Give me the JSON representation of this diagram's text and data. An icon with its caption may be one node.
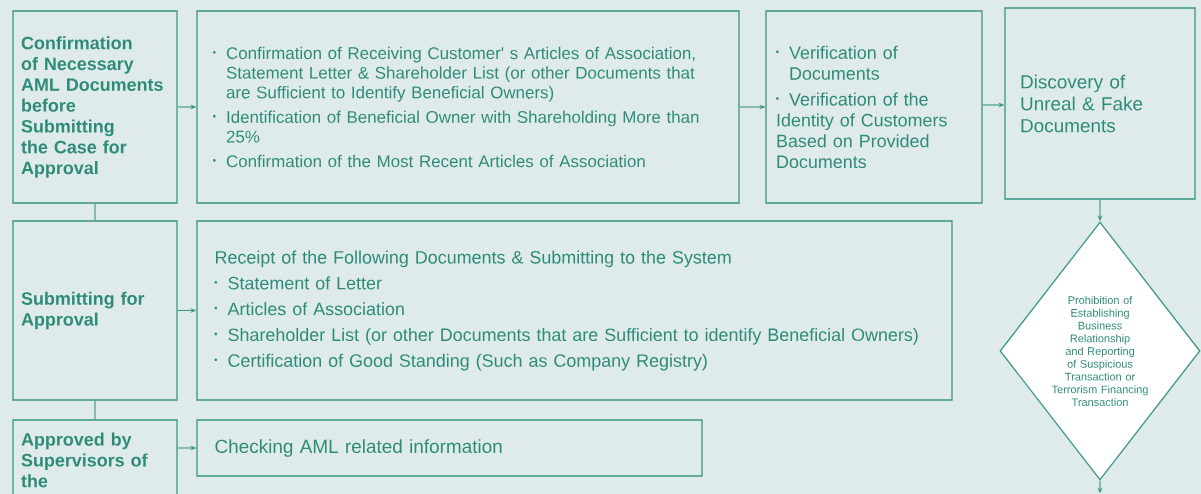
{
  "diagram": {
    "nodes": [
      {
        "text": [
          "Confirmation of Necessary AML Documents before Submitting the Case for Approval"
        ]
      },
      {
        "text": [
          "Confirmation of Receiving Customer' s Articles of Association, Statement Letter & Shareholder List (or other Documents that are Sufficient to Identify Beneficial Owners)",
          "Identification of Beneficial Owner with Shareholding More than 25%",
          "Confirmation of the Most Recent Articles of Association"
        ]
      },
      {
        "text": [
          "Verification of Documents",
          "Verification of the Identity of Customers Based on Provided Documents"
        ]
      },
      {
        "text": [
          "Discovery of Unreal & Fake Documents"
        ]
      },
      {
        "text": [
          "Prohibition of Establishing Business Relationship and Reporting of Suspicious Transaction or Terrorism Financing Transaction"
        ]
      },
      {
        "text": [
          "Submitting for Approval"
        ]
      },
      {
        "text": [
          "Receipt of the Following Documents & Submitting to the System",
          "Statement of Letter",
          "Articles of Association",
          "Shareholder List (or other Documents that are Sufficient to identify Beneficial Owners)",
          "Certification of Good Standing (Such as Company Registry)"
        ]
      },
      {
        "text": [
          "Approved by Supervisors of the"
        ]
      },
      {
        "text": [
          "Checking AML related information"
        ]
      }
    ],
    "edges": [
      {
        "from": 0,
        "to": 1,
        "arrow": "to"
      },
      {
        "from": 1,
        "to": 2,
        "arrow": "to"
      },
      {
        "from": 2,
        "to": 3,
        "arrow": "to"
      },
      {
        "from": 3,
        "to": 4,
        "arrow": "to"
      },
      {
        "from": 4,
        "to": null,
        "arrow": "to"
      },
      {
        "from": 0,
        "to": 5,
        "arrow": "none"
      },
      {
        "from": 5,
        "to": 6,
        "arrow": "to"
      },
      {
        "from": 5,
        "to": 7,
        "arrow": "none"
      },
      {
        "from": 7,
        "to": 8,
        "arrow": "to"
      }
    ]
  }
}
